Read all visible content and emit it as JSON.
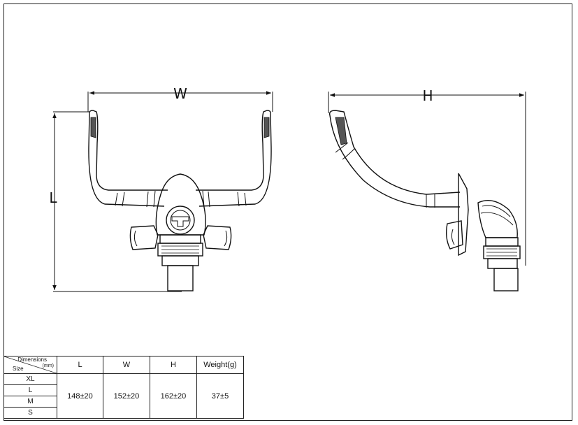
{
  "dimensions": {
    "width_label": "W",
    "height_label": "H",
    "length_label": "L"
  },
  "table": {
    "header_dimensions": "Dimensions",
    "header_unit": "(mm)",
    "header_size": "Size",
    "columns": [
      "L",
      "W",
      "H",
      "Weight(g)"
    ],
    "sizes": [
      "XL",
      "L",
      "M",
      "S"
    ],
    "values": [
      "148±20",
      "152±20",
      "162±20",
      "37±5"
    ]
  }
}
